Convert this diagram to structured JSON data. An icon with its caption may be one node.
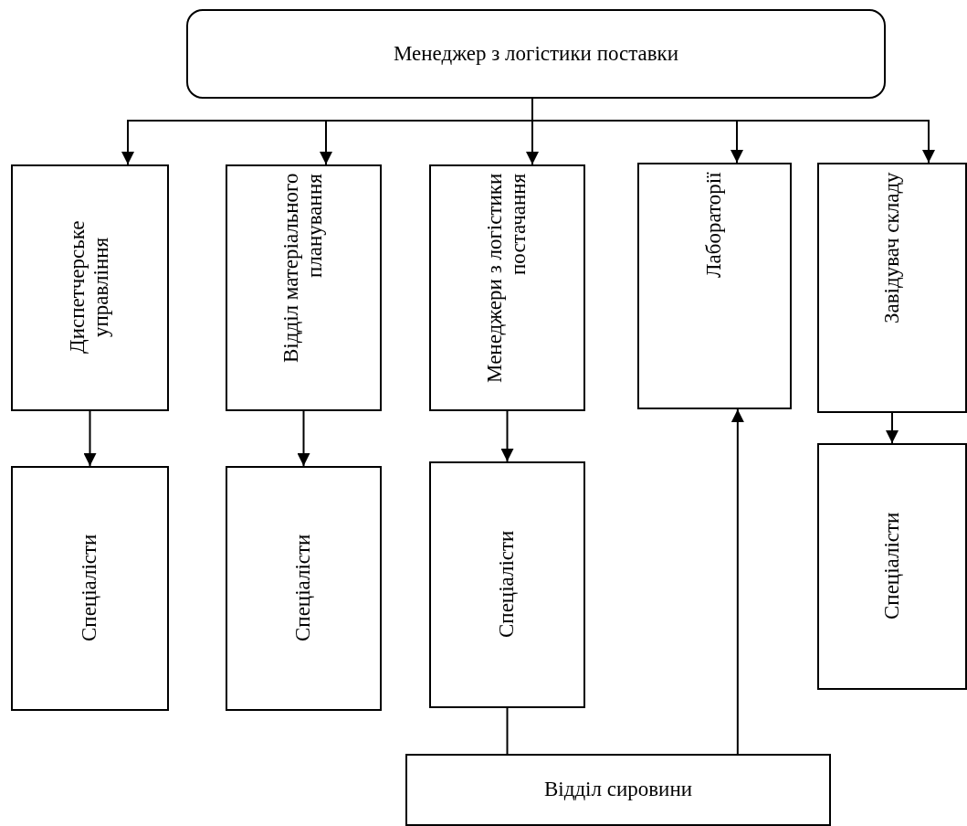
{
  "diagram": {
    "nodes": [
      {
        "text": [
          "Менеджер з логістики поставки"
        ]
      },
      {
        "text": [
          "Диспетчерське управління"
        ]
      },
      {
        "text": [
          "Відділ матеріального планування"
        ]
      },
      {
        "text": [
          "Менеджери з логістики постачання"
        ]
      },
      {
        "text": [
          "Лабораторії"
        ]
      },
      {
        "text": [
          "Завідувач складу"
        ]
      },
      {
        "text": [
          "Спеціалісти"
        ]
      },
      {
        "text": [
          "Спеціалісти"
        ]
      },
      {
        "text": [
          "Спеціалісти"
        ]
      },
      {
        "text": [
          "Спеціалісти"
        ]
      },
      {
        "text": [
          "Відділ сировини"
        ]
      }
    ],
    "edges": [
      {
        "from": 0,
        "to": 1,
        "arrow": "to"
      },
      {
        "from": 0,
        "to": 2,
        "arrow": "to"
      },
      {
        "from": 0,
        "to": 3,
        "arrow": "to"
      },
      {
        "from": 0,
        "to": 4,
        "arrow": "to"
      },
      {
        "from": 0,
        "to": 5,
        "arrow": "to"
      },
      {
        "from": 1,
        "to": 6,
        "arrow": "to"
      },
      {
        "from": 2,
        "to": 7,
        "arrow": "to"
      },
      {
        "from": 3,
        "to": 8,
        "arrow": "to"
      },
      {
        "from": 5,
        "to": 9,
        "arrow": "to"
      },
      {
        "from": 8,
        "to": 10,
        "arrow": "none"
      },
      {
        "from": 10,
        "to": 4,
        "arrow": "to"
      }
    ]
  }
}
